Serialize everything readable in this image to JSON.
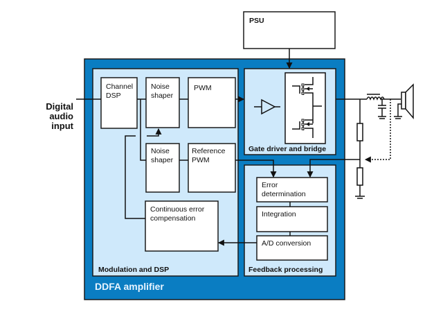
{
  "diagram": {
    "input_label": [
      "Digital",
      "audio",
      "input"
    ],
    "psu": {
      "label": "PSU"
    },
    "amplifier": {
      "label": "DDFA amplifier"
    },
    "modulation": {
      "label": "Modulation and DSP",
      "blocks": {
        "channel_dsp": [
          "Channel",
          "DSP"
        ],
        "noise_shaper_1": [
          "Noise",
          "shaper"
        ],
        "pwm": [
          "PWM"
        ],
        "noise_shaper_2": [
          "Noise",
          "shaper"
        ],
        "reference_pwm": [
          "Reference",
          "PWM"
        ],
        "error_compensation": [
          "Continuous error",
          "compensation"
        ]
      }
    },
    "gate_driver": {
      "label": "Gate driver and bridge"
    },
    "feedback": {
      "label": "Feedback processing",
      "blocks": {
        "error_determination": [
          "Error",
          "determination"
        ],
        "integration": [
          "Integration"
        ],
        "ad_conversion": [
          "A/D conversion"
        ]
      }
    },
    "colors": {
      "outer_blue": "#0a7dc2",
      "panel_light": "#cfe9fb",
      "stroke": "#1a1a1a"
    }
  }
}
